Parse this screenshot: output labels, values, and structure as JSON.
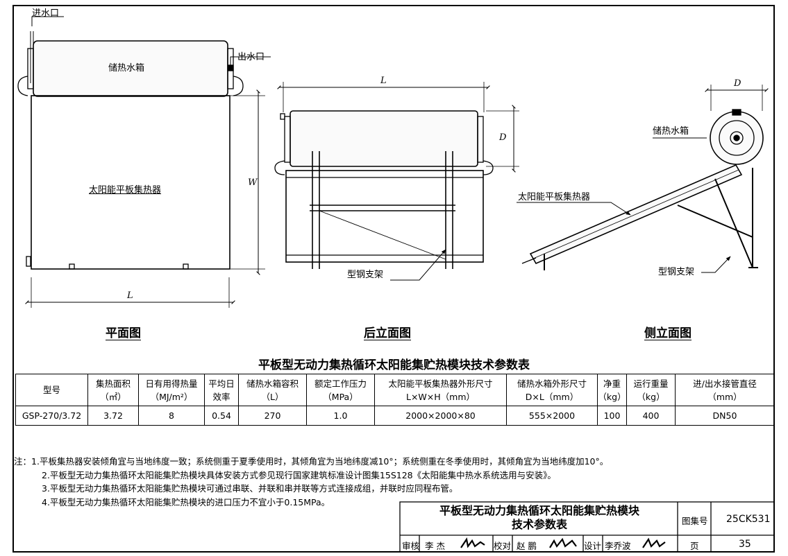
{
  "plan_view": {
    "title": "平面图",
    "inlet_label": "进水口",
    "outlet_label": "出水口",
    "tank_label": "储热水箱",
    "collector_label": "太阳能平板集热器",
    "dim_w": "W",
    "dim_l": "L"
  },
  "rear_view": {
    "title": "后立面图",
    "dim_l": "L",
    "dim_d": "D",
    "bracket_label": "型钢支架"
  },
  "side_view": {
    "title": "侧立面图",
    "dim_d": "D",
    "tank_label": "储热水箱",
    "collector_label": "太阳能平板集热器",
    "bracket_label": "型钢支架"
  },
  "table": {
    "title": "平板型无动力集热循环太阳能集贮热模块技术参数表",
    "headers": [
      [
        "型号",
        ""
      ],
      [
        "集热面积",
        "（㎡）"
      ],
      [
        "日有用得热量",
        "（MJ/m²）"
      ],
      [
        "平均日",
        "效率"
      ],
      [
        "储热水箱容积",
        "（L）"
      ],
      [
        "额定工作压力",
        "（MPa）"
      ],
      [
        "太阳能平板集热器外形尺寸",
        "L×W×H（mm）"
      ],
      [
        "储热水箱外形尺寸",
        "D×L（mm）"
      ],
      [
        "净重",
        "（kg）"
      ],
      [
        "运行重量",
        "（kg）"
      ],
      [
        "进/出水接管直径",
        "（mm）"
      ]
    ],
    "row": [
      "GSP-270/3.72",
      "3.72",
      "8",
      "0.54",
      "270",
      "1.0",
      "2000×2000×80",
      "555×2000",
      "100",
      "400",
      "DN50"
    ]
  },
  "notes": {
    "prefix": "注：",
    "items": [
      "1.平板集热器安装倾角宜与当地纬度一致；系统侧重于夏季使用时，其倾角宜为当地纬度减10°；系统侧重在冬季使用时，其倾角宜为当地纬度加10°。",
      "2.平板型无动力集热循环太阳能集贮热模块具体安装方式参见现行国家建筑标准设计图集15S128《太阳能集中热水系统选用与安装》。",
      "3.平板型无动力集热循环太阳能集贮热模块可通过串联、并联和串并联等方式连接成组，并联时应同程布管。",
      "4.平板型无动力集热循环太阳能集贮热模块的进口压力不宜小于0.15MPa。"
    ]
  },
  "title_block": {
    "title_line1": "平板型无动力集热循环太阳能集贮热模块",
    "title_line2": "技术参数表",
    "atlas_label": "图集号",
    "atlas_no": "25CK531",
    "review_label": "审核",
    "reviewer": "李 杰",
    "check_label": "校对",
    "checker": "赵 鹏",
    "design_label": "设计",
    "designer": "李乔波",
    "page_label": "页",
    "page_no": "35"
  }
}
